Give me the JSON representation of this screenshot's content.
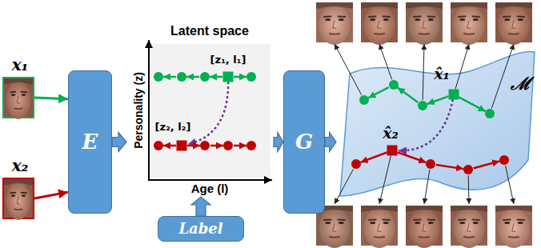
{
  "diagram": {
    "nodes": [
      {
        "text": [
          "x₁"
        ]
      },
      {
        "text": [
          "x₂"
        ]
      },
      {
        "text": [
          "E"
        ]
      },
      {
        "text": [
          "Latent space",
          "Personality (z)",
          "Age (l)",
          "[z₁, l₁]",
          "[z₂, l₂]"
        ]
      },
      {
        "text": [
          "Label"
        ]
      },
      {
        "text": [
          "G"
        ]
      },
      {
        "text": [
          "ℳ",
          "x̂₁",
          "x̂₂"
        ]
      }
    ],
    "edges": [
      {
        "from": 0,
        "to": 2,
        "arrow": "to"
      },
      {
        "from": 1,
        "to": 2,
        "arrow": "to"
      },
      {
        "from": 2,
        "to": 3,
        "arrow": "to"
      },
      {
        "from": 4,
        "to": 3,
        "arrow": "to"
      },
      {
        "from": 3,
        "to": 5,
        "arrow": "to"
      },
      {
        "from": 5,
        "to": 6,
        "arrow": "to"
      }
    ]
  }
}
